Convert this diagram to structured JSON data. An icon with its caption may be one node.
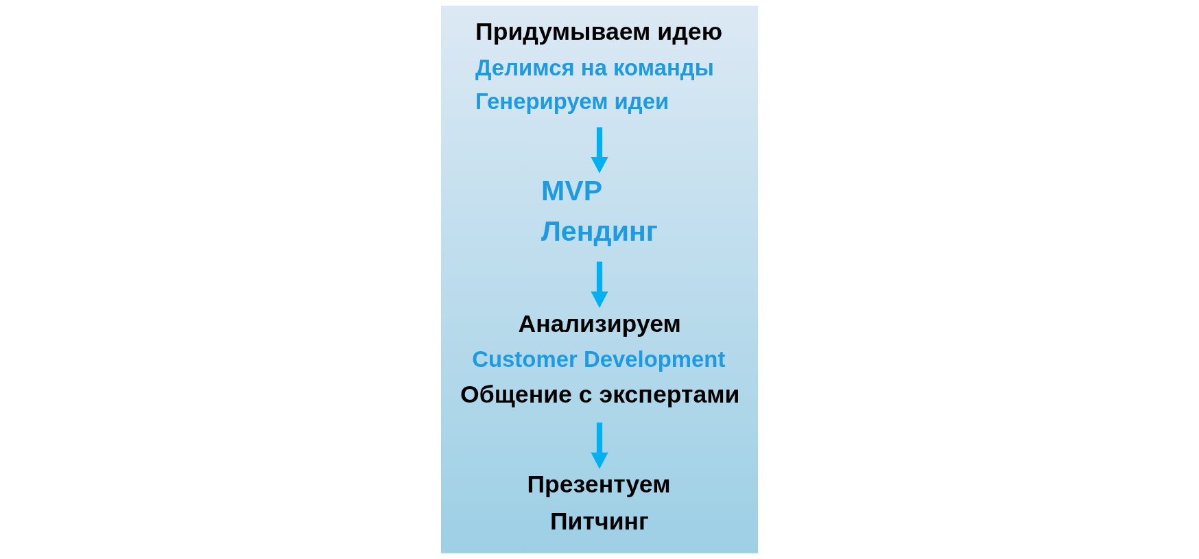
{
  "diagram": {
    "nodes": [
      {
        "text": [
          "Придумываем идею",
          "Делимся на команды",
          "Генерируем идеи"
        ]
      },
      {
        "text": [
          "MVP",
          "Лендинг"
        ]
      },
      {
        "text": [
          "Анализируем",
          "Customer Development",
          "Общение с экспертами"
        ]
      },
      {
        "text": [
          "Презентуем",
          "Питчинг"
        ]
      }
    ],
    "edges": [
      {
        "from": 0,
        "to": 1,
        "arrow": "to"
      },
      {
        "from": 1,
        "to": 2,
        "arrow": "to"
      },
      {
        "from": 2,
        "to": 3,
        "arrow": "to"
      }
    ]
  }
}
